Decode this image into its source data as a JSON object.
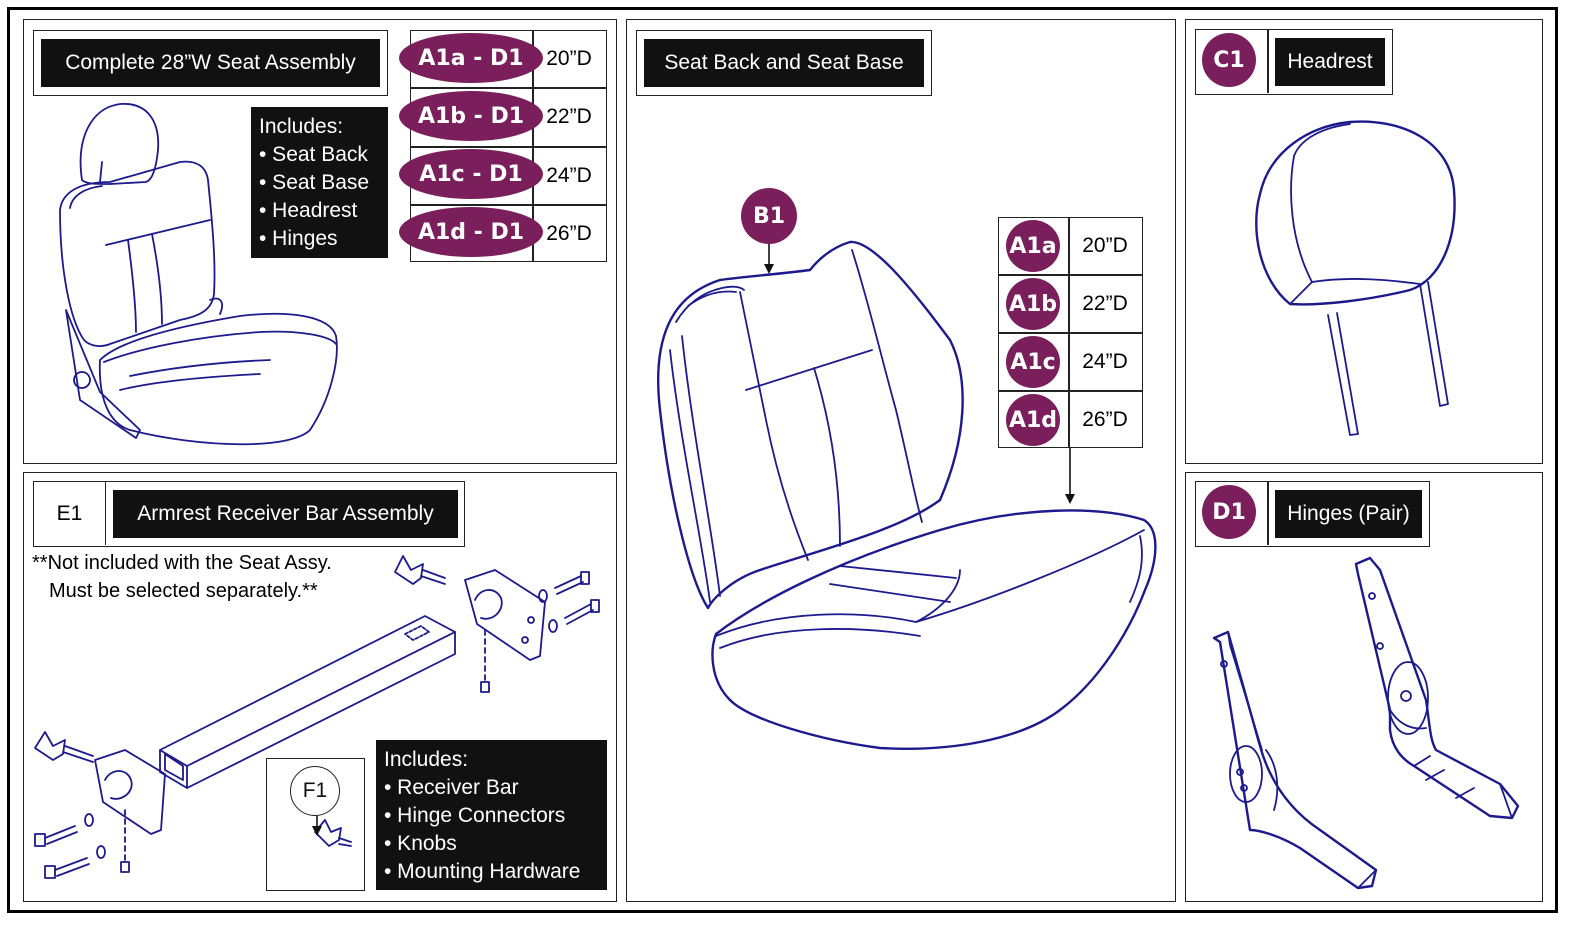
{
  "panel_seat_assembly": {
    "title": "Complete 28”W Seat Assembly",
    "includes_heading": "Includes:",
    "includes": [
      "• Seat Back",
      "• Seat Base",
      "• Headrest",
      "• Hinges"
    ],
    "sizes": [
      {
        "code": "A1a - D1",
        "depth": "20”D"
      },
      {
        "code": "A1b - D1",
        "depth": "22”D"
      },
      {
        "code": "A1c - D1",
        "depth": "24”D"
      },
      {
        "code": "A1d - D1",
        "depth": "26”D"
      }
    ]
  },
  "panel_armrest": {
    "code": "E1",
    "title": "Armrest Receiver Bar Assembly",
    "note_line1": "**Not included with the Seat Assy.",
    "note_line2": "Must be selected separately.**",
    "knob_code": "F1",
    "includes_heading": "Includes:",
    "includes": [
      "• Receiver Bar",
      "• Hinge Connectors",
      "• Knobs",
      "• Mounting Hardware"
    ]
  },
  "panel_seat_back_base": {
    "title": "Seat Back and Seat Base",
    "back_code": "B1",
    "sizes": [
      {
        "code": "A1a",
        "depth": "20”D"
      },
      {
        "code": "A1b",
        "depth": "22”D"
      },
      {
        "code": "A1c",
        "depth": "24”D"
      },
      {
        "code": "A1d",
        "depth": "26”D"
      }
    ]
  },
  "panel_headrest": {
    "code": "C1",
    "title": "Headrest"
  },
  "panel_hinges": {
    "code": "D1",
    "title": "Hinges (Pair)"
  },
  "colors": {
    "badge": "#7a1f5c",
    "line_art": "#1c1a8c",
    "label_bg": "#111111"
  }
}
